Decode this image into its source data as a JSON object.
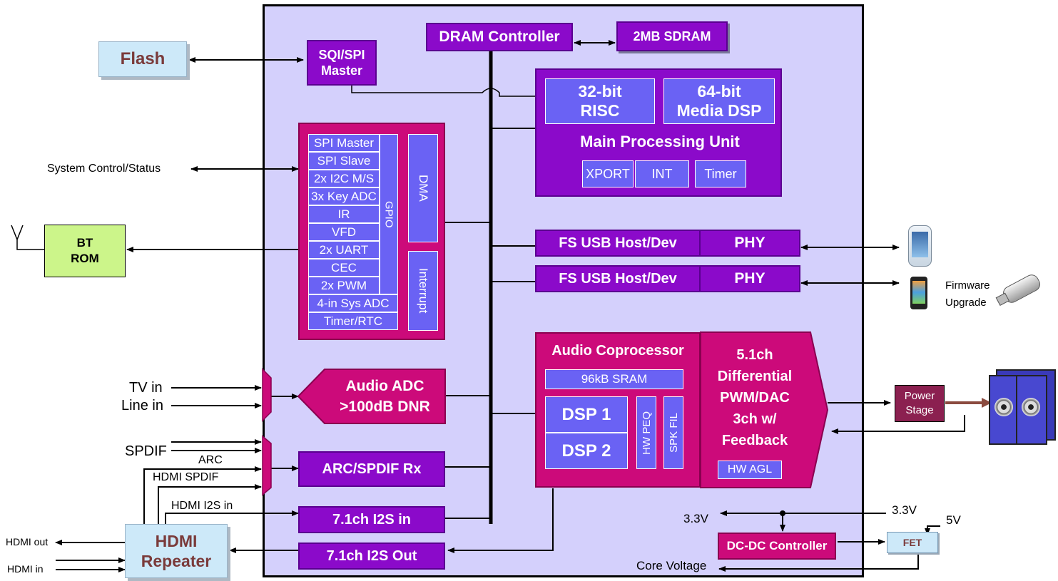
{
  "external": {
    "flash": "Flash",
    "system_control": "System Control/Status",
    "bt_rom": "BT\nROM",
    "tv_in": "TV in",
    "line_in": "Line in",
    "spdif": "SPDIF",
    "arc": "ARC",
    "hdmi_spdif": "HDMI SPDIF",
    "hdmi_i2s_in": "HDMI I2S in",
    "hdmi_out": "HDMI out",
    "hdmi_in": "HDMI in",
    "hdmi_repeater": "HDMI\nRepeater",
    "firmware_upgrade": "Firmware\nUpgrade",
    "power_stage": "Power\nStage",
    "v33_left": "3.3V",
    "v33_right": "3.3V",
    "v5": "5V",
    "core_voltage": "Core Voltage",
    "dcdc": "DC-DC Controller",
    "fet": "FET"
  },
  "chip": {
    "dram_controller": "DRAM Controller",
    "sdram": "2MB SDRAM",
    "sqi_spi": "SQI/SPI\nMaster",
    "risc": "32-bit\nRISC",
    "media_dsp": "64-bit\nMedia DSP",
    "main_processing_unit": "Main Processing Unit",
    "xport": "XPORT",
    "int": "INT",
    "timer": "Timer",
    "peripherals": [
      "SPI Master",
      "SPI Slave",
      "2x I2C M/S",
      "3x Key ADC",
      "IR",
      "VFD",
      "2x UART",
      "CEC",
      "2x PWM",
      "4-in Sys ADC",
      "Timer/RTC"
    ],
    "gpio": "GPIO",
    "dma": "DMA",
    "interrupt": "Interrupt",
    "usb1": "FS USB Host/Dev",
    "usb2": "FS USB Host/Dev",
    "phy1": "PHY",
    "phy2": "PHY",
    "audio_adc": "Audio ADC\n>100dB DNR",
    "audio_coprocessor": "Audio Coprocessor",
    "sram": "96kB SRAM",
    "dsp1": "DSP 1",
    "dsp2": "DSP 2",
    "hw_peq": "HW PEQ",
    "spk_fil": "SPK FIL",
    "pwm_dac": "5.1ch\nDifferential\nPWM/DAC\n3ch w/\nFeedback",
    "hw_agl": "HW AGL",
    "arc_spdif_rx": "ARC/SPDIF Rx",
    "i2s_in": "7.1ch I2S in",
    "i2s_out": "7.1ch I2S Out"
  },
  "colors": {
    "chip_bg": "#d4d0fc",
    "purple": "#8b0aca",
    "magenta": "#cc0a7a",
    "blue": "#6a62f4",
    "flash_bg": "#cde9f9",
    "bt_bg": "#ccf58a",
    "power_stage": "#8b2050"
  }
}
